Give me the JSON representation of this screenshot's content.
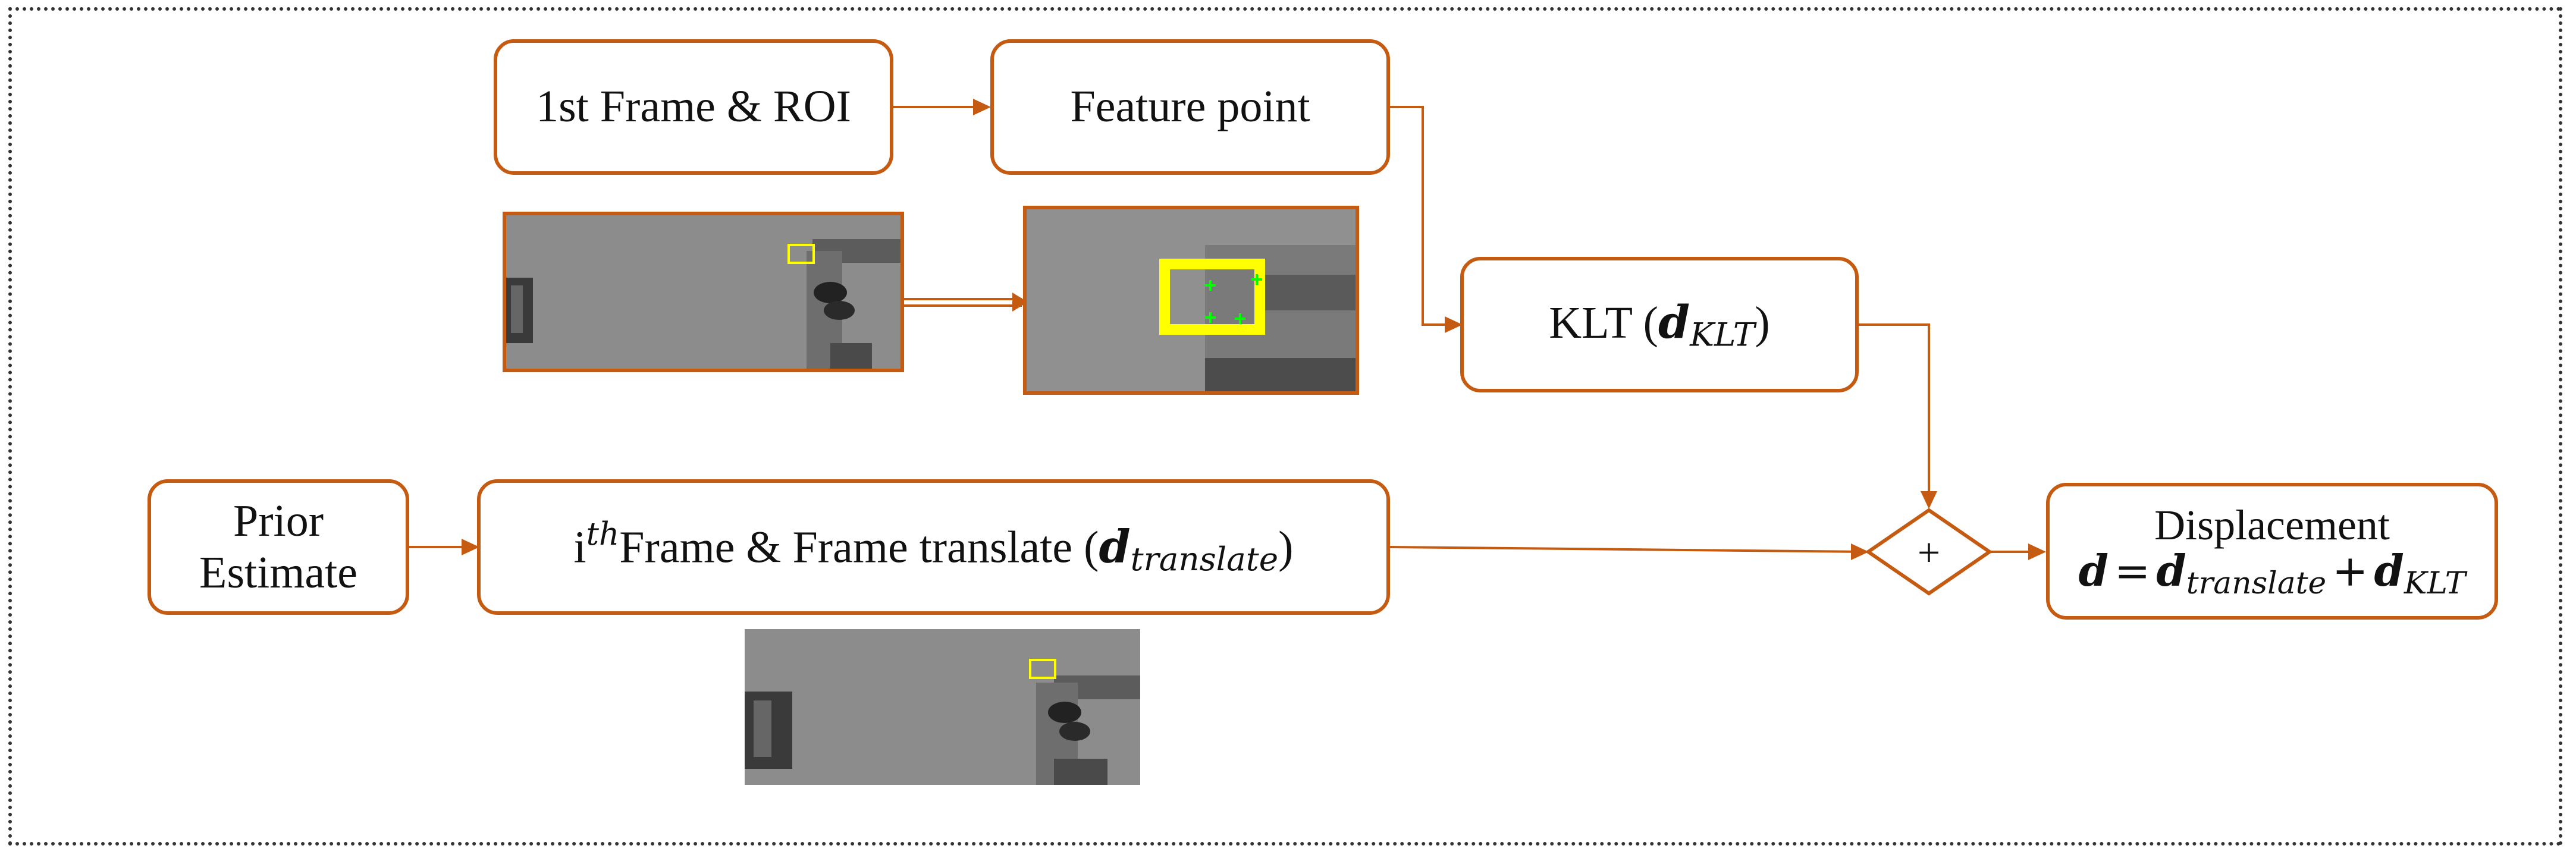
{
  "colors": {
    "accent": "#c55a11",
    "roi": "#ffff00",
    "feature": "#00ff00",
    "frame": "#333333"
  },
  "nodes": {
    "first_frame": {
      "label": "1st Frame & ROI"
    },
    "feature_point": {
      "label": "Feature point"
    },
    "klt": {
      "label": "KLT (",
      "var": "d",
      "sub": "KLT",
      "close": ")"
    },
    "prior": {
      "line1": "Prior",
      "line2": "Estimate"
    },
    "ith_frame": {
      "prefix": "i",
      "sup": "th",
      "label": "Frame & Frame translate (",
      "var": "d",
      "sub": "translate",
      "close": ")"
    },
    "sum": {
      "label": "+"
    },
    "displacement": {
      "line1": "Displacement",
      "var_d": "d",
      "equals": "=",
      "var_t": "d",
      "sub_t": "translate",
      "plus": "+",
      "var_k": "d",
      "sub_k": "KLT"
    }
  },
  "images": {
    "first_frame_image": {
      "icon": "grayscale-frame-with-roi"
    },
    "roi_zoom_image": {
      "icon": "zoomed-roi-with-feature-points"
    },
    "ith_frame_image": {
      "icon": "grayscale-frame-with-roi"
    }
  }
}
